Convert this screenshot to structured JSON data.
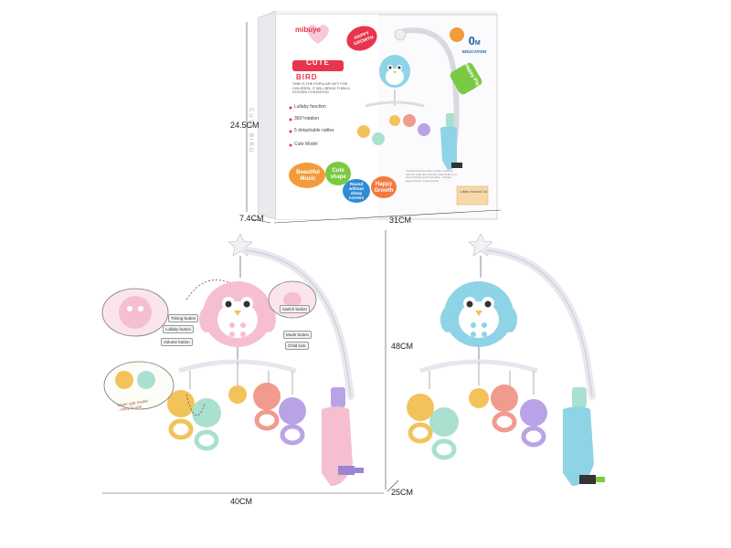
{
  "box": {
    "brand": "mibuye",
    "title_line1": "CUTE",
    "title_line2": "BIRD",
    "side_text": "CUTE BIRD",
    "tagline": "TIME IS THE POPULAR GIFT FOR CHILDREN, IT WILL BRING THEM A GOLDEN CHILDHOOD",
    "features": [
      "Lullaby function",
      "360°rotation",
      "5 detachable rattles",
      "Cute Model"
    ],
    "badges": [
      "Beautiful Music",
      "Cute shape",
      "Round without sharp corners",
      "Happy Growth"
    ],
    "happy_growth": "HAPPY GROWTH",
    "age_main": "0",
    "age_unit": "M",
    "age_label": "EDUCATION",
    "happy_play": "Happy Play",
    "small_print": "Youlda learning pattern guide matched with the rattle and cleverly lead children to learn thinking and motivation. A happy beginning for a learning life.",
    "seal_text": "Lullaby Musical Cot",
    "dim_height": "24.5CM",
    "dim_depth": "7.4CM",
    "dim_width": "31CM"
  },
  "left_product": {
    "callouts_left": [
      "Timing button",
      "Lullaby button",
      "Volume button"
    ],
    "callouts_right": [
      "Switch button",
      "Mode button",
      "Child lock"
    ],
    "rattle_note": "Super grip model ...easy to use",
    "dim_width": "40CM"
  },
  "right_product": {
    "dim_height": "48CM",
    "dim_depth": "25CM"
  },
  "colors": {
    "pink": "#f6bfd0",
    "blue": "#8fd3e6",
    "mint": "#a9e0cf",
    "yellow": "#f2c35a",
    "purple": "#b9a3e6",
    "coral": "#f19a8e",
    "title_red": "#e8344c",
    "green_badge": "#7ac943",
    "orange_badge": "#f29b3a"
  }
}
